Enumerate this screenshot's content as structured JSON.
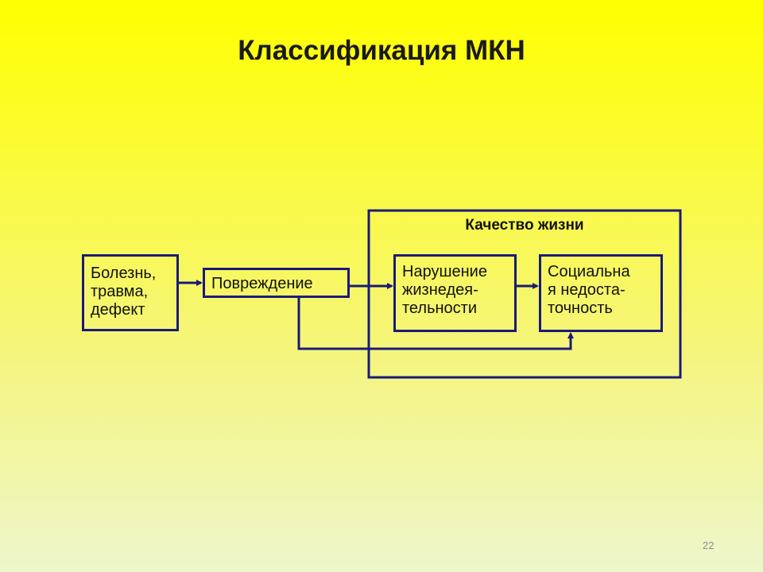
{
  "slide": {
    "title": "Классификация МКН",
    "page_number": "22"
  },
  "diagram": {
    "quality_label": "Качество жизни",
    "nodes": {
      "disease": [
        "Болезнь,",
        "травма,",
        "дефект"
      ],
      "damage": [
        "Повреждение"
      ],
      "impairment": [
        "Нарушение",
        "жизнедея-",
        "тельности"
      ],
      "social": [
        "Социальна",
        "я недоста-",
        "точность"
      ]
    },
    "edges": [
      {
        "from": "disease",
        "to": "damage"
      },
      {
        "from": "damage",
        "to": "impairment"
      },
      {
        "from": "impairment",
        "to": "social"
      },
      {
        "from": "damage",
        "to": "social"
      }
    ],
    "colors": {
      "line": "#1a1a7a",
      "arrow": "#1a1a7a"
    }
  }
}
